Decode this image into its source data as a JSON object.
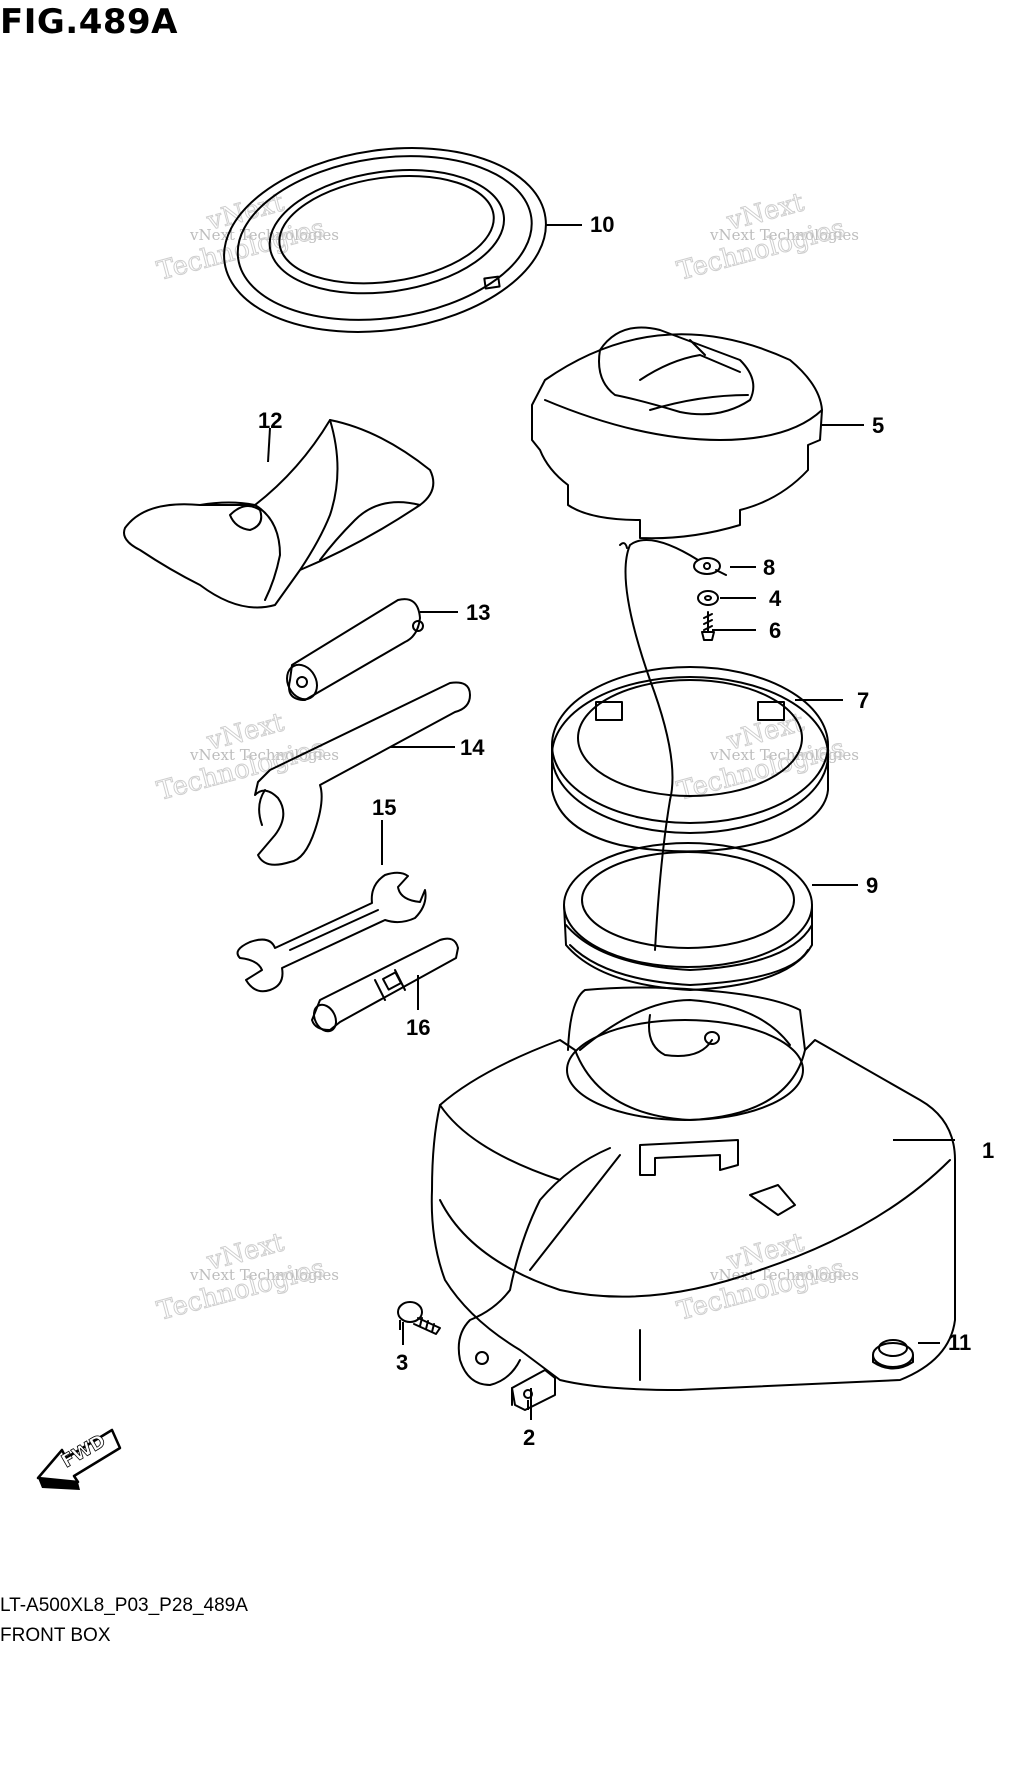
{
  "figure_title": "FIG.489A",
  "callouts": [
    "1",
    "2",
    "3",
    "4",
    "5",
    "6",
    "7",
    "8",
    "9",
    "10",
    "11",
    "12",
    "13",
    "14",
    "15",
    "16"
  ],
  "watermark": {
    "small": "vNext Technologies",
    "big_line1": "vNext",
    "big_line2": "Technologies"
  },
  "fwd_label": "FWD",
  "footer": {
    "code": "LT-A500XL8_P03_P28_489A",
    "name": "FRONT BOX"
  }
}
